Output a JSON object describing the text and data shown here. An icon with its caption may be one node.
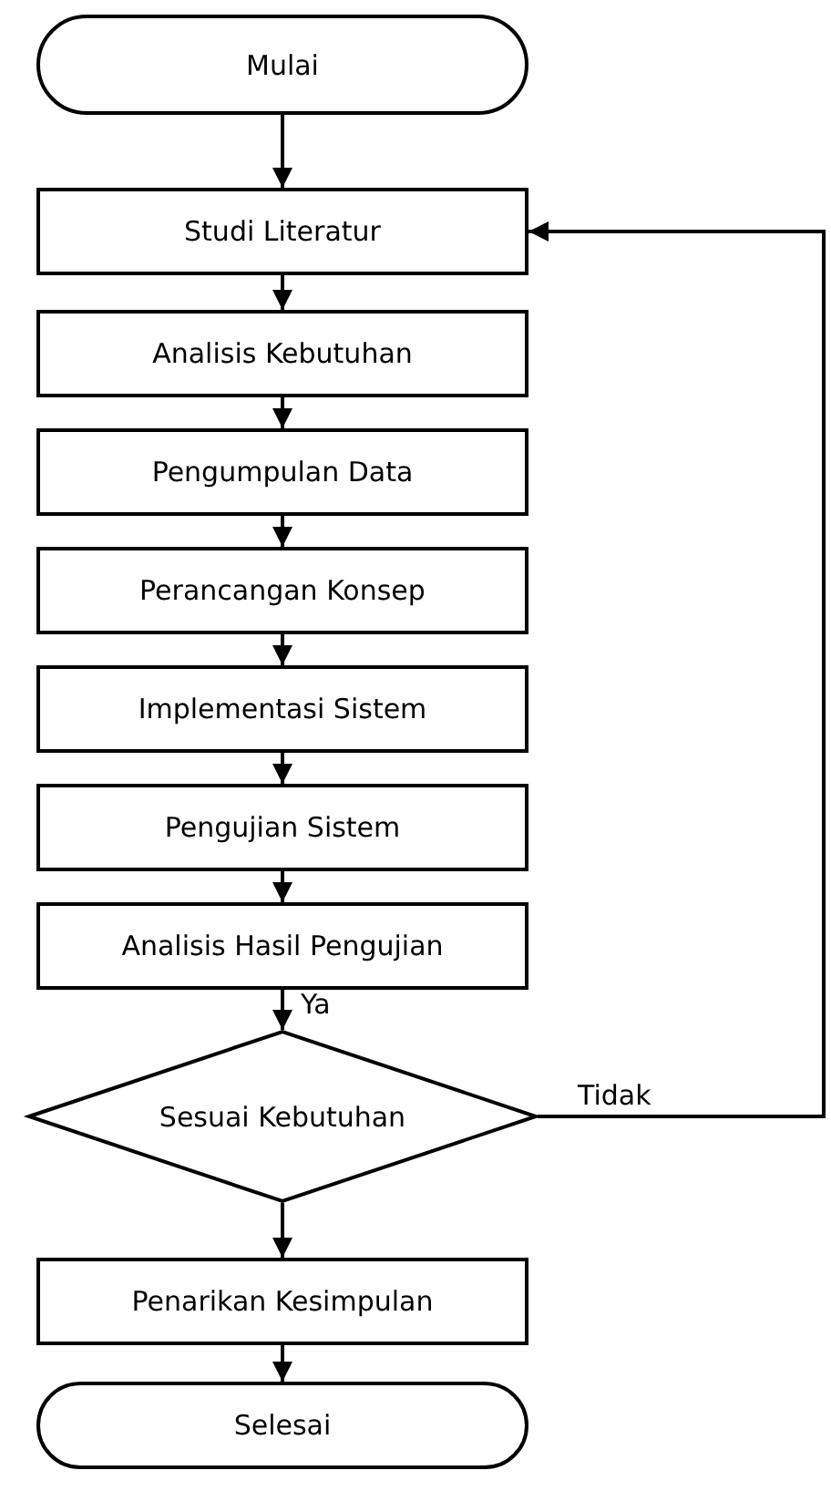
{
  "diagram": {
    "nodes": [
      {
        "text": [
          "Mulai"
        ]
      },
      {
        "text": [
          "Studi Literatur"
        ]
      },
      {
        "text": [
          "Analisis Kebutuhan"
        ]
      },
      {
        "text": [
          "Pengumpulan Data"
        ]
      },
      {
        "text": [
          "Perancangan Konsep"
        ]
      },
      {
        "text": [
          "Implementasi Sistem"
        ]
      },
      {
        "text": [
          "Pengujian Sistem"
        ]
      },
      {
        "text": [
          "Analisis Hasil Pengujian"
        ]
      },
      {
        "text": [
          "Sesuai Kebutuhan"
        ]
      },
      {
        "text": [
          "Penarikan Kesimpulan"
        ]
      },
      {
        "text": [
          "Selesai"
        ]
      }
    ],
    "edges": [
      {
        "from": 0,
        "to": 1,
        "arrow": "to"
      },
      {
        "from": 1,
        "to": 2,
        "arrow": "to"
      },
      {
        "from": 2,
        "to": 3,
        "arrow": "to"
      },
      {
        "from": 3,
        "to": 4,
        "arrow": "to"
      },
      {
        "from": 4,
        "to": 5,
        "arrow": "to"
      },
      {
        "from": 5,
        "to": 6,
        "arrow": "to"
      },
      {
        "from": 6,
        "to": 7,
        "arrow": "to"
      },
      {
        "from": 7,
        "to": 8,
        "label": "Ya",
        "arrow": "to"
      },
      {
        "from": 8,
        "to": 9,
        "arrow": "to"
      },
      {
        "from": 9,
        "to": 10,
        "arrow": "to"
      },
      {
        "from": 8,
        "to": 1,
        "label": "Tidak",
        "arrow": "to"
      }
    ]
  }
}
